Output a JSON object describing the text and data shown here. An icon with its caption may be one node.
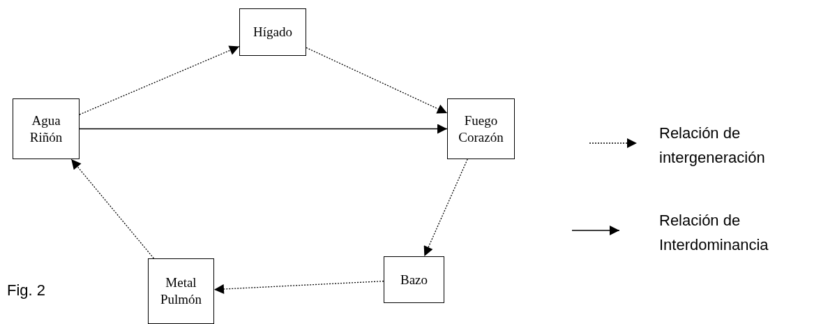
{
  "diagram": {
    "nodes": [
      {
        "text": [
          "Hígado"
        ]
      },
      {
        "text": [
          "Agua Riñón"
        ]
      },
      {
        "text": [
          "Fuego Corazón"
        ]
      },
      {
        "text": [
          "Metal Pulmón"
        ]
      },
      {
        "text": [
          "Bazo"
        ]
      }
    ],
    "edges": [
      {
        "from": 1,
        "to": 0,
        "arrow": "to",
        "style": "dashed"
      },
      {
        "from": 0,
        "to": 2,
        "arrow": "to",
        "style": "dashed"
      },
      {
        "from": 1,
        "to": 2,
        "arrow": "to"
      },
      {
        "from": 2,
        "to": 4,
        "arrow": "to",
        "style": "dashed"
      },
      {
        "from": 4,
        "to": 3,
        "arrow": "to",
        "style": "dashed"
      },
      {
        "from": 3,
        "to": 1,
        "arrow": "to",
        "style": "dashed"
      }
    ],
    "labels": [
      "Fig. 2"
    ],
    "legend": [
      {
        "text": "Relación de intergeneración"
      },
      {
        "text": "Relación de Interdominancia"
      }
    ]
  }
}
